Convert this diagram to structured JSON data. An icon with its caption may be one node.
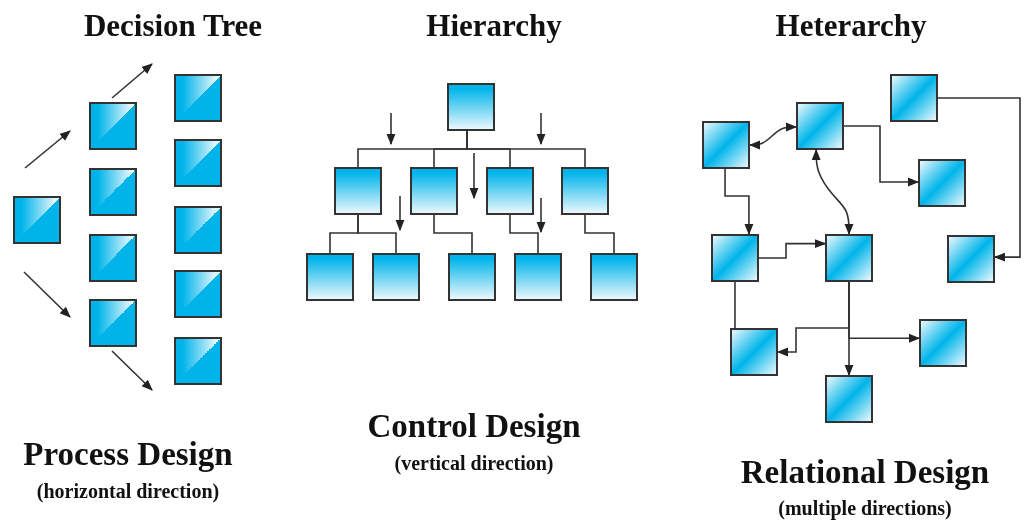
{
  "diagram": {
    "nodes": [
      {
        "text": [],
        "shape": "box"
      },
      {
        "text": [],
        "shape": "box"
      },
      {
        "text": [],
        "shape": "box"
      },
      {
        "text": [],
        "shape": "box"
      },
      {
        "text": [],
        "shape": "box"
      },
      {
        "text": [],
        "shape": "box"
      },
      {
        "text": [],
        "shape": "box"
      },
      {
        "text": [],
        "shape": "box"
      },
      {
        "text": [],
        "shape": "box"
      },
      {
        "text": [],
        "shape": "box"
      },
      {
        "text": [],
        "shape": "box"
      },
      {
        "text": [],
        "shape": "box"
      },
      {
        "text": [],
        "shape": "box"
      },
      {
        "text": [],
        "shape": "box"
      },
      {
        "text": [],
        "shape": "box"
      },
      {
        "text": [],
        "shape": "box"
      },
      {
        "text": [],
        "shape": "box"
      },
      {
        "text": [],
        "shape": "box"
      },
      {
        "text": [],
        "shape": "box"
      },
      {
        "text": [],
        "shape": "box"
      },
      {
        "text": [],
        "shape": "box"
      },
      {
        "text": [],
        "shape": "box"
      },
      {
        "text": [],
        "shape": "box"
      },
      {
        "text": [],
        "shape": "box"
      },
      {
        "text": [],
        "shape": "box"
      },
      {
        "text": [],
        "shape": "box"
      },
      {
        "text": [],
        "shape": "box"
      },
      {
        "text": [],
        "shape": "box"
      },
      {
        "text": [],
        "shape": "box"
      },
      {
        "text": [],
        "shape": "box"
      }
    ],
    "edges": [
      {
        "from": 10,
        "to": 11,
        "arrow": "none"
      },
      {
        "from": 10,
        "to": 12,
        "arrow": "none"
      },
      {
        "from": 10,
        "to": 13,
        "arrow": "none"
      },
      {
        "from": 10,
        "to": 14,
        "arrow": "none"
      },
      {
        "from": 11,
        "to": 15,
        "arrow": "none"
      },
      {
        "from": 11,
        "to": 16,
        "arrow": "none"
      },
      {
        "from": 12,
        "to": 17,
        "arrow": "none"
      },
      {
        "from": 13,
        "to": 18,
        "arrow": "none"
      },
      {
        "from": 14,
        "to": 19,
        "arrow": "none"
      },
      {
        "from": 21,
        "to": 20,
        "arrow": "both"
      },
      {
        "from": 21,
        "to": 25,
        "arrow": "both"
      },
      {
        "from": 21,
        "to": 23,
        "arrow": "to"
      },
      {
        "from": 22,
        "to": 26,
        "arrow": "to"
      },
      {
        "from": 20,
        "to": 24,
        "arrow": "to"
      },
      {
        "from": 24,
        "to": 25,
        "arrow": "to"
      },
      {
        "from": 24,
        "to": 27,
        "arrow": "none"
      },
      {
        "from": 25,
        "to": 29,
        "arrow": "to"
      },
      {
        "from": 25,
        "to": 28,
        "arrow": "to"
      },
      {
        "from": 25,
        "to": 27,
        "arrow": "to"
      }
    ],
    "labels": [
      "Decision Tree",
      "Hierarchy",
      "Heterarchy",
      "Control Design",
      "(vertical direction)",
      "Process Design",
      "(horizontal direction)",
      "Relational Design",
      "(multiple directions)"
    ]
  }
}
